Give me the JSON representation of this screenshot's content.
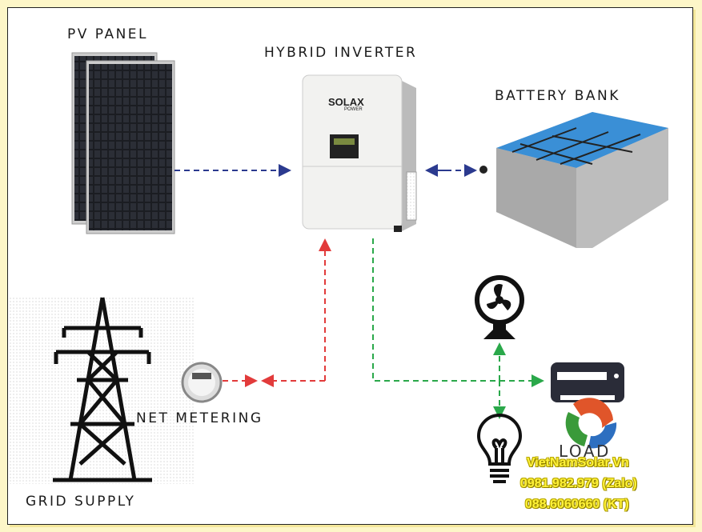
{
  "labels": {
    "pv_panel": "PV PANEL",
    "hybrid_inverter": "HYBRID INVERTER",
    "battery_bank": "BATTERY BANK",
    "net_metering": "NET METERING",
    "grid_supply": "GRID SUPPLY",
    "load": "LOAD"
  },
  "inverter_brand": {
    "name": "SOLAX",
    "sub": "POWER"
  },
  "watermark": {
    "site": "VietNamSolar.Vn",
    "phone_zalo": "0981.982.979 (Zalo)",
    "phone_kt": "088.6060660 (KT)"
  },
  "colors": {
    "dc_flow": "#2b3a8f",
    "grid_flow": "#e23b3b",
    "load_flow": "#2aa84a",
    "watermark": "#fff23a"
  }
}
